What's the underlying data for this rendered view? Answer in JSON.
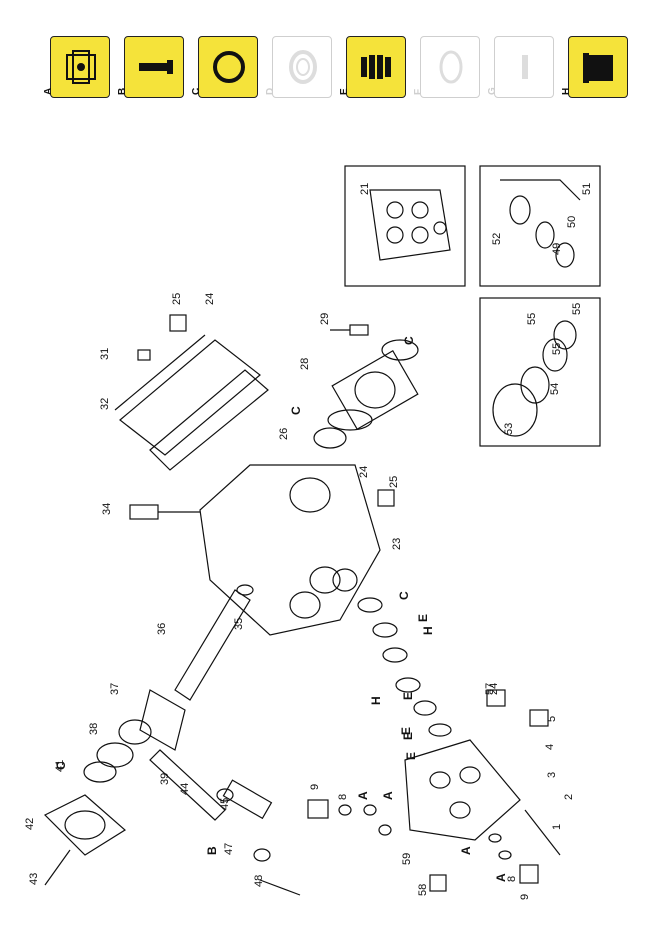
{
  "legend": {
    "keys": [
      {
        "letter": "A",
        "icon": "valve-cage-icon",
        "active": true
      },
      {
        "letter": "B",
        "icon": "plunger-rod-icon",
        "active": true
      },
      {
        "letter": "C",
        "icon": "o-ring-icon",
        "active": true
      },
      {
        "letter": "D",
        "icon": "bearing-icon",
        "active": false
      },
      {
        "letter": "E",
        "icon": "packing-icon",
        "active": true
      },
      {
        "letter": "F",
        "icon": "seal-ring-icon",
        "active": false
      },
      {
        "letter": "G",
        "icon": "pin-icon",
        "active": false
      },
      {
        "letter": "H",
        "icon": "bushing-icon",
        "active": true
      }
    ]
  },
  "part_labels": [
    "1",
    "2",
    "3",
    "4",
    "5",
    "8",
    "8",
    "9",
    "9",
    "21",
    "23",
    "24",
    "24",
    "24",
    "25",
    "25",
    "26",
    "28",
    "29",
    "31",
    "32",
    "34",
    "35",
    "36",
    "37",
    "38",
    "39",
    "41",
    "42",
    "43",
    "44",
    "45",
    "47",
    "48",
    "49",
    "50",
    "51",
    "52",
    "53",
    "54",
    "55",
    "55",
    "55",
    "57",
    "58",
    "59",
    "A",
    "A",
    "A",
    "A",
    "B",
    "C",
    "C",
    "C",
    "C",
    "E",
    "E",
    "E",
    "E",
    "E",
    "H",
    "H"
  ],
  "inset_labels": {
    "inset1": [
      "21"
    ],
    "inset2": [
      "52",
      "50",
      "51",
      "49"
    ],
    "inset3": [
      "55",
      "55",
      "54",
      "53"
    ]
  }
}
